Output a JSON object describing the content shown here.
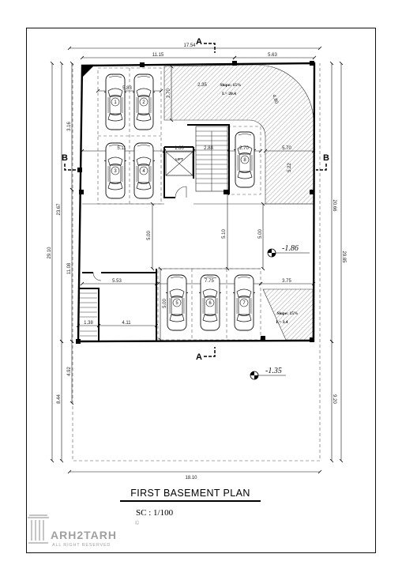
{
  "title": "FIRST BASEMENT PLAN",
  "scale": "SC :  1/100",
  "sections": {
    "a": "A",
    "b": "B"
  },
  "levels": {
    "basement": "-1.86",
    "entrance": "-1.35"
  },
  "ramps": {
    "upper": {
      "slope": "Slope: 15%",
      "length": "L= 20.4"
    },
    "lower": {
      "slope": "Slope: 15%",
      "length": "L= 3.4"
    }
  },
  "rooms": {
    "lift": "LIFT"
  },
  "parking_spaces": [
    "1",
    "2",
    "3",
    "4",
    "5",
    "6",
    "7",
    "8"
  ],
  "dimensions": {
    "overall_width_top": "17.54",
    "top_left": "11.15",
    "top_right": "5.63",
    "overall_width_bottom": "18.10",
    "left_total": "29.10",
    "left_building": "23.67",
    "left_lot_remainder": "8.44",
    "left_top_offset": "3.16",
    "left_middle": "11.08",
    "left_lower": "4.92",
    "right_building": "20.66",
    "right_total": "29.85",
    "right_lot_remainder": "9.20",
    "stalls_1_2_width": "5.83",
    "ramp_upper_width": "2.35",
    "ramp_upper_depth": "2.70",
    "ramp_curve": "4.80",
    "ramp_side_depth": "5.22",
    "stalls_3_4_width": "5.11",
    "lift_width": "1.60",
    "stair_width": "2.88",
    "stall_8_width": "2.70",
    "ramp_side_width": "5.70",
    "aisle_left": "5.00",
    "aisle_middle": "5.10",
    "aisle_right": "5.00",
    "lower_left_width": "5.53",
    "stalls_5_7_width": "7.75",
    "lower_ramp_width": "3.75",
    "stalls_5_7_depth": "5.00",
    "stair_room_width": "1.38",
    "lower_room_width": "4.11"
  },
  "logo": {
    "name": "ARH2TARH",
    "tagline": "ALL RIGHT RESERVED",
    "mark": "©"
  }
}
